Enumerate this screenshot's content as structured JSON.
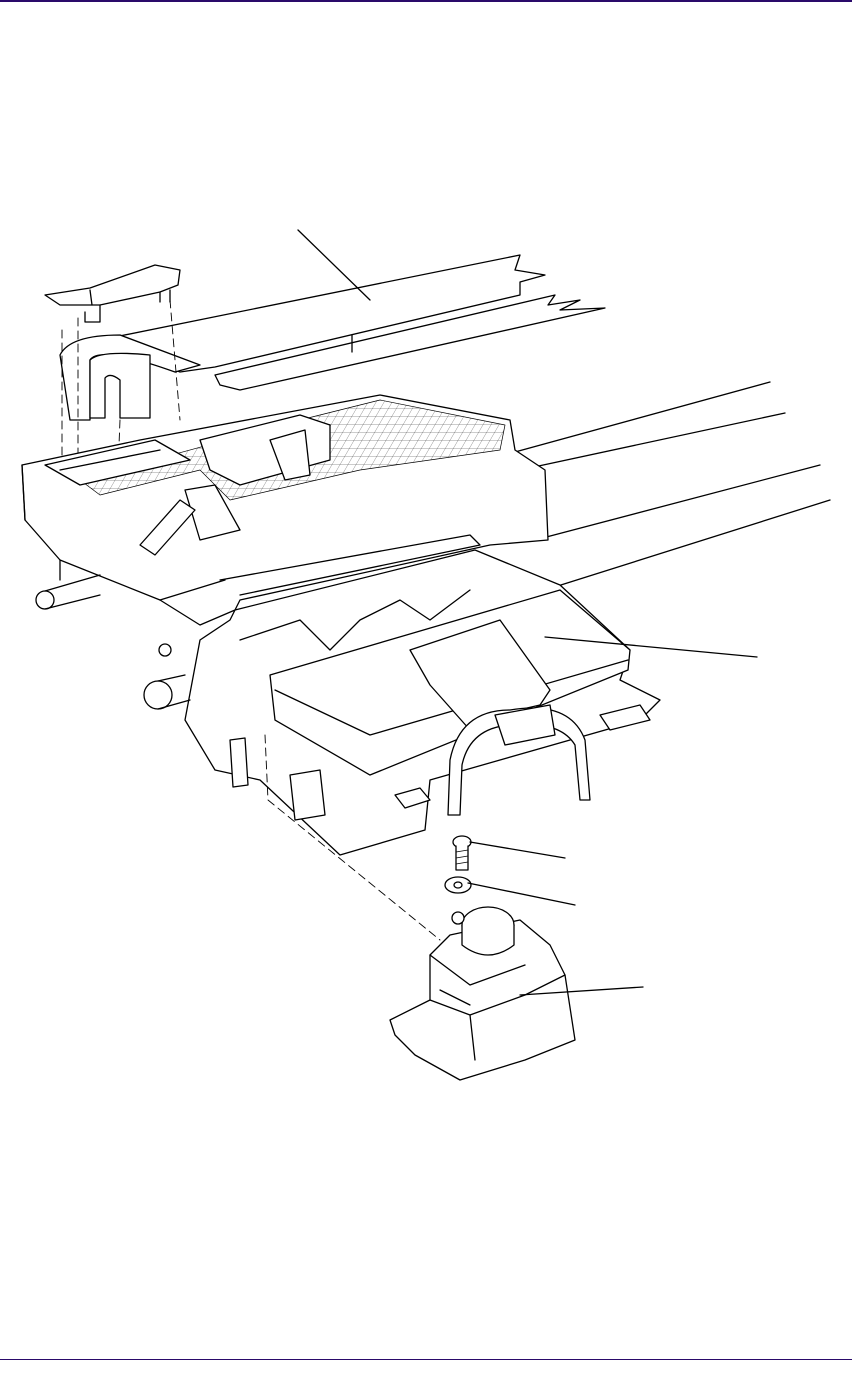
{
  "page": {
    "rule_color": "#2a0a6a",
    "line_color": "#000000",
    "background": "#ffffff"
  },
  "diagram": {
    "type": "exploded-view illustration",
    "parts": [
      "trailing-cable",
      "cable-clamp",
      "carriage-assembly",
      "carriage-cover",
      "screw",
      "washer",
      "line-sensor"
    ],
    "callouts": 6
  }
}
